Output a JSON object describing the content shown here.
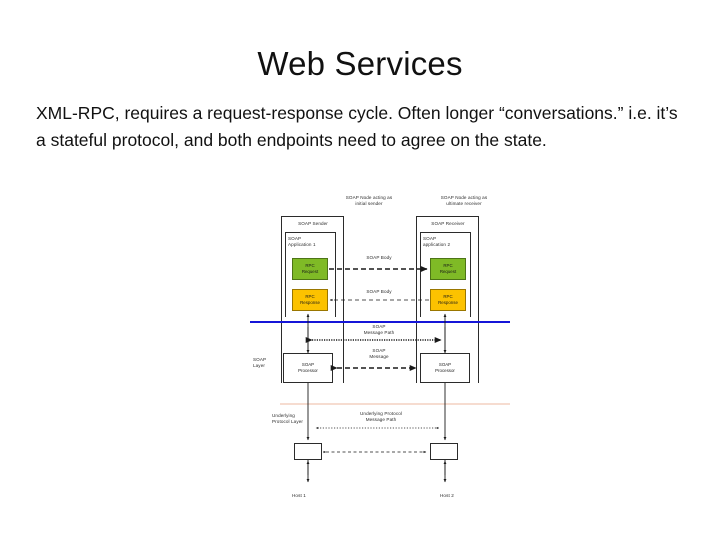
{
  "slide": {
    "title": "Web Services",
    "body": "XML-RPC, requires a request-response cycle. Often longer “conversations.” i.e. it’s a stateful protocol, and both endpoints need to agree on the state."
  },
  "diagram": {
    "caption_left": "SOAP Node acting as\ninitial sender",
    "caption_right": "SOAP Node acting as\nultimate receiver",
    "sender_label": "SOAP Sender",
    "receiver_label": "SOAP Receiver",
    "app_left": "SOAP\nApplication 1",
    "app_right": "SOAP\napplication 2",
    "rpc_request_left": "RPC\nRequest",
    "rpc_response_left": "RPC\nResponse",
    "rpc_request_right": "RPC\nRequest",
    "rpc_response_right": "RPC\nResponse",
    "soap_body_top": "SOAP Body",
    "soap_body_bottom": "SOAP Body",
    "soap_message_path": "SOAP\nMessage Path",
    "soap_message": "SOAP\nMessage",
    "soap_layer": "SOAP\nLayer",
    "soap_processor_left": "SOAP\nProcessor",
    "soap_processor_right": "SOAP\nProcessor",
    "underlying_protocol_layer": "Underlying\nProtocol Layer",
    "underlying_protocol_message_path": "Underlying Protocol\nMessage Path",
    "host_left": "Host 1",
    "host_right": "Host 2",
    "colors": {
      "request_box": "#7FBA26",
      "response_box": "#FCC200",
      "message_path_line": "#1515D8",
      "underlying_divider": "#F6DCD0",
      "stroke": "#2B2B2B"
    }
  }
}
